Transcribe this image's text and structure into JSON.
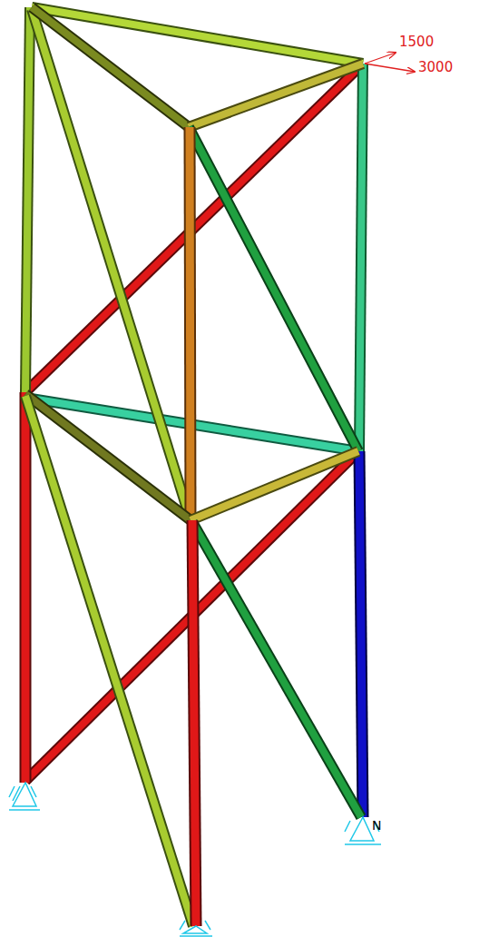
{
  "diagram": {
    "labels": [
      "1500",
      "3000",
      "N"
    ]
  }
}
